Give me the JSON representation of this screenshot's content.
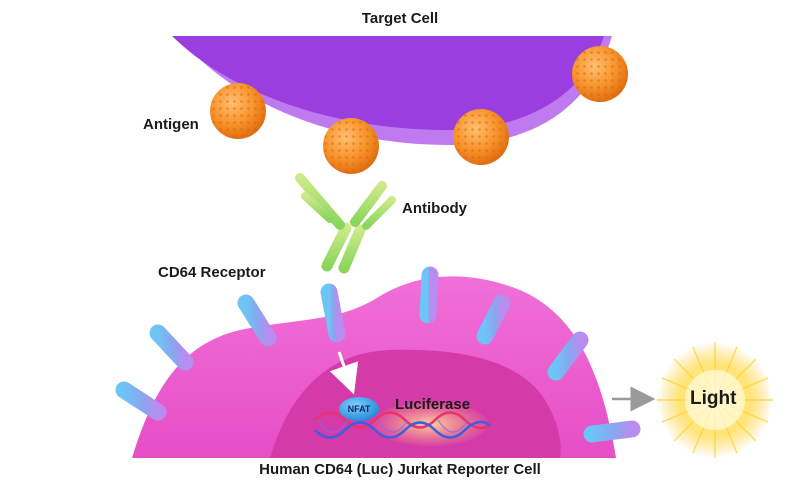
{
  "diagram": {
    "target_cell_label": "Target Cell",
    "antigen_label": "Antigen",
    "antibody_label": "Antibody",
    "receptor_label": "CD64 Receptor",
    "nfat_label": "NFAT",
    "luciferase_label": "Luciferase",
    "light_label": "Light",
    "reporter_cell_label": "Human CD64 (Luc) Jurkat Reporter Cell"
  },
  "colors": {
    "target_cell": "#9b3ee0",
    "target_cell_rim": "#c07af0",
    "antigen": "#f7922a",
    "antibody": "#9be05a",
    "reporter_cell": "#ec5fd0",
    "nucleus": "#d43aa8",
    "receptor": "#7fb6f0",
    "nfat": "#2e9fe6",
    "dna_red": "#e8336b",
    "dna_blue": "#3a5fe0",
    "light_glow": "#ffd83a",
    "arrow": "#999999"
  }
}
